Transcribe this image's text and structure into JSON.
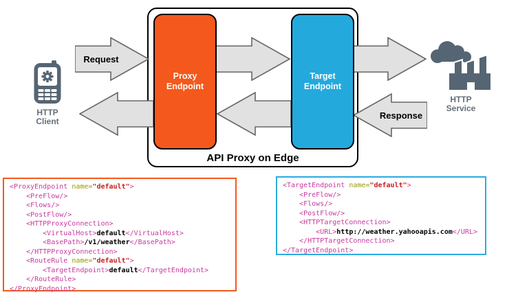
{
  "diagram": {
    "title": "API Proxy on Edge",
    "client": {
      "label": "HTTP\nClient",
      "icon": "mobile-phone-icon"
    },
    "service": {
      "label": "HTTP\nService",
      "icon": "factory-cloud-icon"
    },
    "proxy_endpoint": {
      "label": "Proxy\nEndpoint",
      "color": "#F4581C"
    },
    "target_endpoint": {
      "label": "Target\nEndpoint",
      "color": "#29ABE2"
    },
    "request_label": "Request",
    "response_label": "Response",
    "arrow_colors": {
      "fill": "#E1E1E1",
      "stroke": "#666666"
    },
    "icon_color": "#566573",
    "side_label_color": "#646E78"
  },
  "syntax_colors": {
    "tag": "#C7399E",
    "attr_name": "#999900",
    "attr_value": "#C62222",
    "content": "#000000"
  },
  "code_panels": {
    "proxy": {
      "border_color": "#F4581C",
      "lines": [
        [
          {
            "t": "<ProxyEndpoint ",
            "c": "tag"
          },
          {
            "t": "name=",
            "c": "attr"
          },
          {
            "t": "\"default\"",
            "c": "val"
          },
          {
            "t": ">",
            "c": "tag"
          }
        ],
        [
          {
            "t": "    <PreFlow/>",
            "c": "tag"
          }
        ],
        [
          {
            "t": "    <Flows/>",
            "c": "tag"
          }
        ],
        [
          {
            "t": "    <PostFlow/>",
            "c": "tag"
          }
        ],
        [
          {
            "t": "    <HTTPProxyConnection>",
            "c": "tag"
          }
        ],
        [
          {
            "t": "        <VirtualHost>",
            "c": "tag"
          },
          {
            "t": "default",
            "c": "txt"
          },
          {
            "t": "</VirtualHost>",
            "c": "tag"
          }
        ],
        [
          {
            "t": "        <BasePath>",
            "c": "tag"
          },
          {
            "t": "/v1/weather",
            "c": "txt"
          },
          {
            "t": "</BasePath>",
            "c": "tag"
          }
        ],
        [
          {
            "t": "    </HTTPProxyConnection>",
            "c": "tag"
          }
        ],
        [
          {
            "t": "    <RouteRule ",
            "c": "tag"
          },
          {
            "t": "name=",
            "c": "attr"
          },
          {
            "t": "\"default\"",
            "c": "val"
          },
          {
            "t": ">",
            "c": "tag"
          }
        ],
        [
          {
            "t": "        <TargetEndpoint>",
            "c": "tag"
          },
          {
            "t": "default",
            "c": "txt"
          },
          {
            "t": "</TargetEndpoint>",
            "c": "tag"
          }
        ],
        [
          {
            "t": "    </RouteRule>",
            "c": "tag"
          }
        ],
        [
          {
            "t": "</ProxyEndpoint>",
            "c": "tag"
          }
        ]
      ]
    },
    "target": {
      "border_color": "#29ABE2",
      "lines": [
        [
          {
            "t": "<TargetEndpoint ",
            "c": "tag"
          },
          {
            "t": "name=",
            "c": "attr"
          },
          {
            "t": "\"default\"",
            "c": "val"
          },
          {
            "t": ">",
            "c": "tag"
          }
        ],
        [
          {
            "t": "    <PreFlow/>",
            "c": "tag"
          }
        ],
        [
          {
            "t": "    <Flows/>",
            "c": "tag"
          }
        ],
        [
          {
            "t": "    <PostFlow/>",
            "c": "tag"
          }
        ],
        [
          {
            "t": "    <HTTPTargetConnection>",
            "c": "tag"
          }
        ],
        [
          {
            "t": "        <URL>",
            "c": "tag"
          },
          {
            "t": "http://weather.yahooapis.com",
            "c": "txt"
          },
          {
            "t": "</URL>",
            "c": "tag"
          }
        ],
        [
          {
            "t": "    </HTTPTargetConnection>",
            "c": "tag"
          }
        ],
        [
          {
            "t": "</TargetEndpoint>",
            "c": "tag"
          }
        ]
      ]
    }
  }
}
